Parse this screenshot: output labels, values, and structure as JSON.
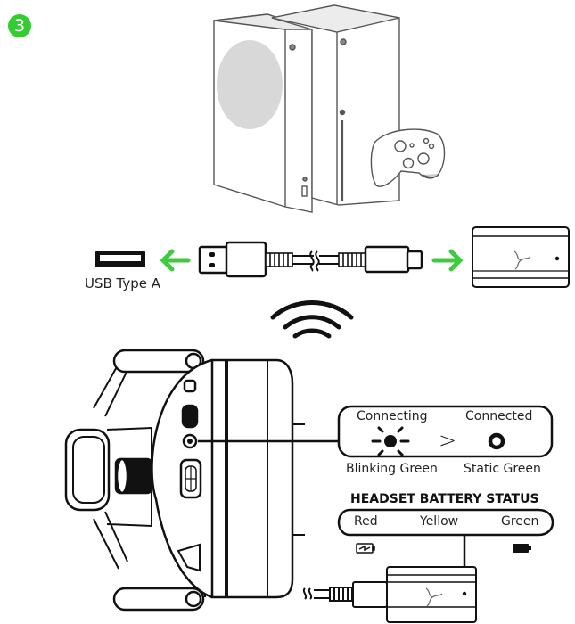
{
  "step": {
    "number": "3",
    "color": "#33cc33"
  },
  "consoles": {
    "depicted": [
      "console-small-white",
      "console-tower-white",
      "controller"
    ]
  },
  "usb": {
    "port_label": "USB Type A",
    "arrow_color": "#3ecb3e"
  },
  "connection_status": {
    "left_title": "Connecting",
    "left_caption": "Blinking Green",
    "right_title": "Connected",
    "right_caption": "Static Green",
    "separator": ">"
  },
  "battery_status": {
    "title": "HEADSET BATTERY STATUS",
    "levels": [
      "Red",
      "Yellow",
      "Green"
    ],
    "low_icon": "battery-charging-icon",
    "full_icon": "battery-full-icon"
  }
}
